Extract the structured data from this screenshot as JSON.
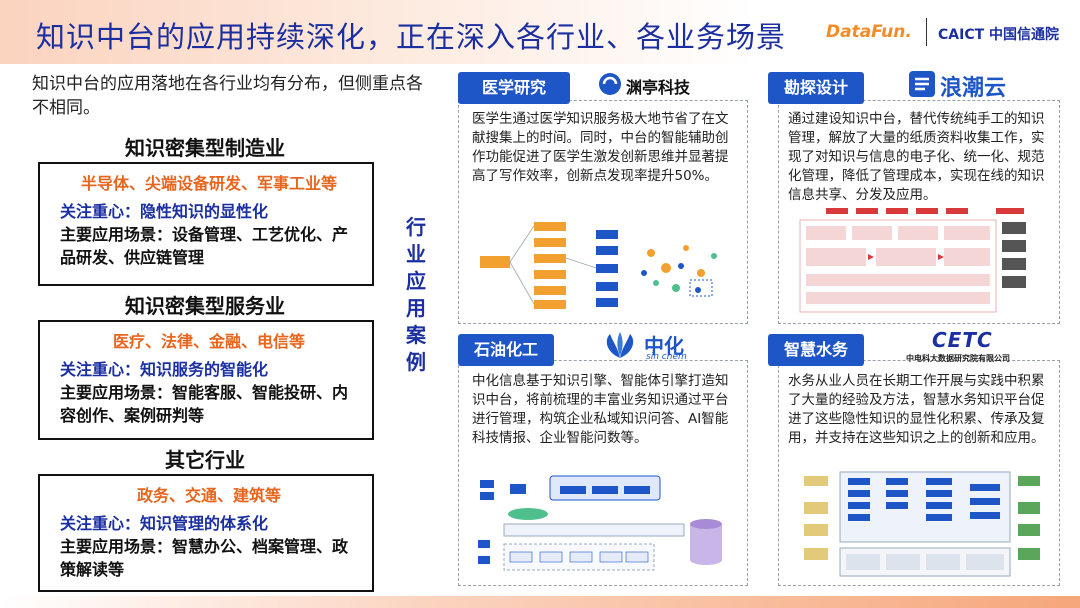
{
  "header": {
    "title": "知识中台的应用持续深化，正在深入各行业、各业务场景",
    "logo_datafun": "DataFun.",
    "logo_caict": "CAICT 中国信通院"
  },
  "intro": "知识中台的应用落地在各行业均有分布，但侧重点各不相同。",
  "sectors": [
    {
      "heading": "知识密集型制造业",
      "industries": "半导体、尖端设备研发、军事工业等",
      "focus_label": "关注重心：",
      "focus_value": "隐性知识的显性化",
      "scene_label": "主要应用场景：",
      "scene_value": "设备管理、工艺优化、产品研发、供应链管理"
    },
    {
      "heading": "知识密集型服务业",
      "industries": "医疗、法律、金融、电信等",
      "focus_label": "关注重心：",
      "focus_value": "知识服务的智能化",
      "scene_label": "主要应用场景：",
      "scene_value": "智能客服、智能投研、内容创作、案例研判等"
    },
    {
      "heading": "其它行业",
      "industries": "政务、交通、建筑等",
      "focus_label": "关注重心：",
      "focus_value": "知识管理的体系化",
      "scene_label": "主要应用场景：",
      "scene_value": "智慧办公、档案管理、政策解读等"
    }
  ],
  "vertical_label": [
    "行",
    "业",
    "应",
    "用",
    "案",
    "例"
  ],
  "cases": [
    {
      "tag": "医学研究",
      "company": "渊亭科技",
      "text": "医学生通过医学知识服务极大地节省了在文献搜集上的时间。同时，中台的智能辅助创作功能促进了医学生激发创新思维并显著提高了写作效率，创新点发现率提升50%。"
    },
    {
      "tag": "勘探设计",
      "company": "浪潮云",
      "text": "通过建设知识中台，替代传统纯手工的知识管理，解放了大量的纸质资料收集工作，实现了对知识与信息的电子化、统一化、规范化管理，降低了管理成本，实现在线的知识信息共享、分发及应用。"
    },
    {
      "tag": "石油化工",
      "company": "中化",
      "company_sub": "sin chem",
      "text": "中化信息基于知识引擎、智能体引擎打造知识中台，将前梳理的丰富业务知识通过平台进行管理，构筑企业私域知识问答、AI智能科技情报、企业智能问数等。"
    },
    {
      "tag": "智慧水务",
      "company": "CETC",
      "company_sub": "中电科大数据研究院有限公司",
      "text": "水务从业人员在长期工作开展与实践中积累了大量的经验及方法，智慧水务知识平台促进了这些隐性知识的显性化积累、传承及复用，并支持在这些知识之上的创新和应用。"
    }
  ],
  "colors": {
    "title_blue": "#1b2fa0",
    "accent_orange": "#e8651e",
    "tag_blue": "#1e56c8"
  }
}
